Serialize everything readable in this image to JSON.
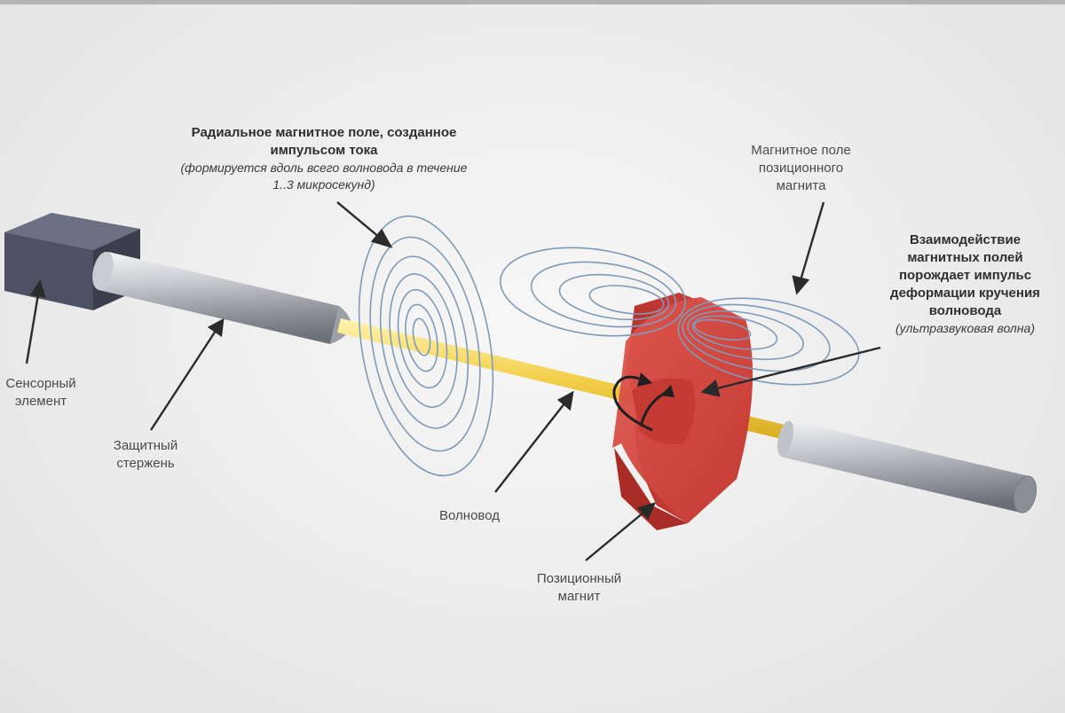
{
  "labels": {
    "radial_field": {
      "bold": "Радиальное магнитное поле, созданное импульсом тока",
      "italic": "(формируется вдоль всего волновода в течение 1..3 микросекунд)"
    },
    "magnet_field": {
      "text": "Магнитное поле позиционного магнита"
    },
    "interaction": {
      "bold": "Взаимодействие магнитных полей порождает импульс деформации кручения волновода",
      "italic": "(ультразвуковая волна)"
    },
    "sensor": {
      "text": "Сенсорный элемент"
    },
    "rod": {
      "text": "Защитный стержень"
    },
    "waveguide": {
      "text": "Волновод"
    },
    "magnet": {
      "text": "Позиционный магнит"
    }
  },
  "colors": {
    "field_lines": "#7f9bb8",
    "waveguide": "#f2cf4a",
    "magnet": "#d9473f",
    "sensor_box": "#4d5163",
    "rod": "#b8bcc2",
    "arrows": "#2b2b2b"
  }
}
